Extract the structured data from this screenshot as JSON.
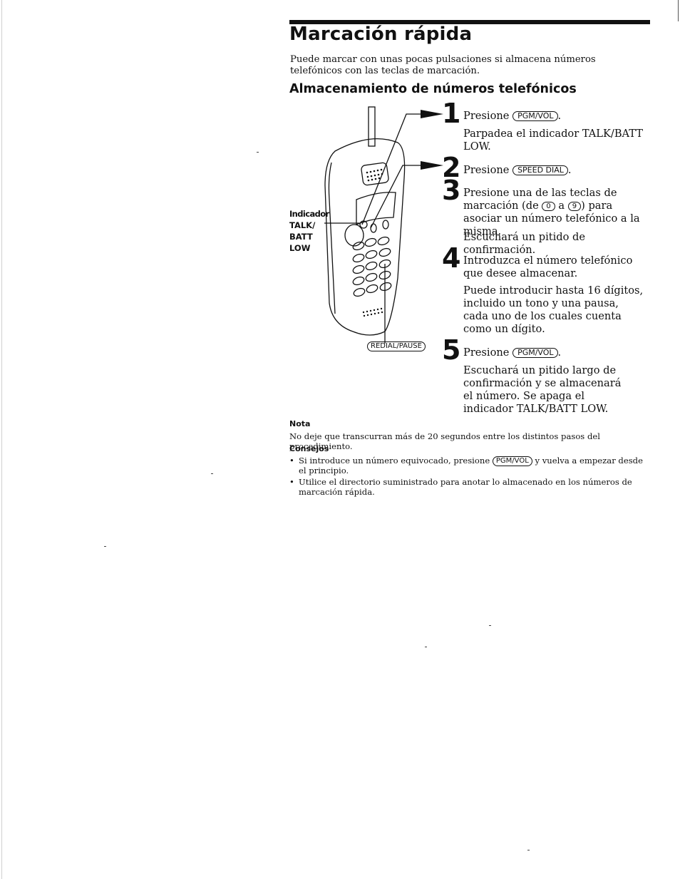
{
  "title": "Marcación rápida",
  "intro": "Puede marcar con unas pocas pulsaciones si almacena números telefónicos con las teclas de marcación.",
  "subtitle": "Almacenamiento de números telefónicos",
  "figure": {
    "indicator_label": [
      "Indicador",
      "TALK/",
      "BATT",
      "LOW"
    ],
    "redial_key": "REDIAL/PAUSE"
  },
  "steps": [
    {
      "number": "1",
      "lead": "Presione",
      "key": "PGM/VOL",
      "tail": ".",
      "detail": "Parpadea el indicador TALK/BATT LOW."
    },
    {
      "number": "2",
      "lead": "Presione",
      "key": "SPEED DIAL",
      "tail": "."
    },
    {
      "number": "3",
      "text_a": "Presione una de las teclas de marcación (de",
      "key_from": "0",
      "text_b": "a",
      "key_to": "9",
      "text_c": ") para asociar un número telefónico a la misma.",
      "detail": "Escuchará un pitido de confirmación."
    },
    {
      "number": "4",
      "text": "Introduzca el número telefónico que desee almacenar.",
      "detail": "Puede introducir hasta 16 dígitos, incluido un tono y una pausa, cada uno de los cuales cuenta como un dígito."
    },
    {
      "number": "5",
      "lead": "Presione",
      "key": "PGM/VOL",
      "tail": ".",
      "detail": "Escuchará un pitido largo de confirmación y se almacenará el número. Se apaga el indicador TALK/BATT LOW."
    }
  ],
  "note": {
    "heading": "Nota",
    "text": "No deje que transcurran más de 20 segundos entre los distintos pasos del procedimiento."
  },
  "tips": {
    "heading": "Consejos",
    "items": [
      {
        "text_a": "Si introduce un número equivocado, presione",
        "key": "PGM/VOL",
        "text_b": "y vuelva a empezar desde el principio."
      },
      {
        "text": "Utilice el directorio suministrado para anotar lo almacenado en los números de marcación rápida."
      }
    ]
  }
}
